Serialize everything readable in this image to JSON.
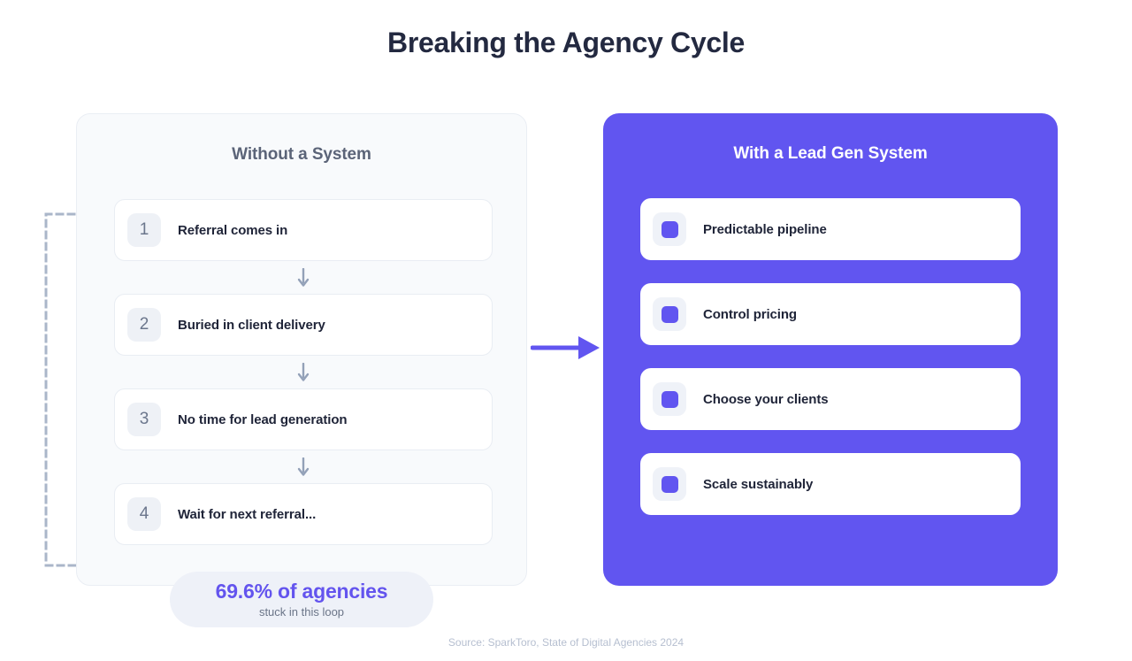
{
  "title": "Breaking the Agency Cycle",
  "left_panel": {
    "heading": "Without a System",
    "steps": [
      {
        "number": "1",
        "label": "Referral comes in"
      },
      {
        "number": "2",
        "label": "Buried in client delivery"
      },
      {
        "number": "3",
        "label": "No time for lead generation"
      },
      {
        "number": "4",
        "label": "Wait for next referral..."
      }
    ],
    "connector_icon": "arrow-down-icon",
    "loop_icon": "dashed-loop-back-arrow-icon"
  },
  "stat_badge": {
    "value": "69.6% of agencies",
    "caption": "stuck in this loop"
  },
  "center": {
    "icon": "arrow-right-icon"
  },
  "right_panel": {
    "heading": "With a Lead Gen System",
    "benefits": [
      {
        "label": "Predictable pipeline",
        "icon": "purple-square-icon"
      },
      {
        "label": "Control pricing",
        "icon": "purple-square-icon"
      },
      {
        "label": "Choose your clients",
        "icon": "purple-square-icon"
      },
      {
        "label": "Scale sustainably",
        "icon": "purple-square-icon"
      }
    ]
  },
  "source": "Source: SparkToro, State of Digital Agencies 2024",
  "colors": {
    "accent_purple": "#6155f0",
    "stat_purple": "#6354ee",
    "panel_bg_left": "#f8fafc",
    "heading_slate": "#5b6478",
    "text_navy": "#1f2438",
    "muted": "#93a1b8",
    "source_gray": "#b6bfd0"
  }
}
